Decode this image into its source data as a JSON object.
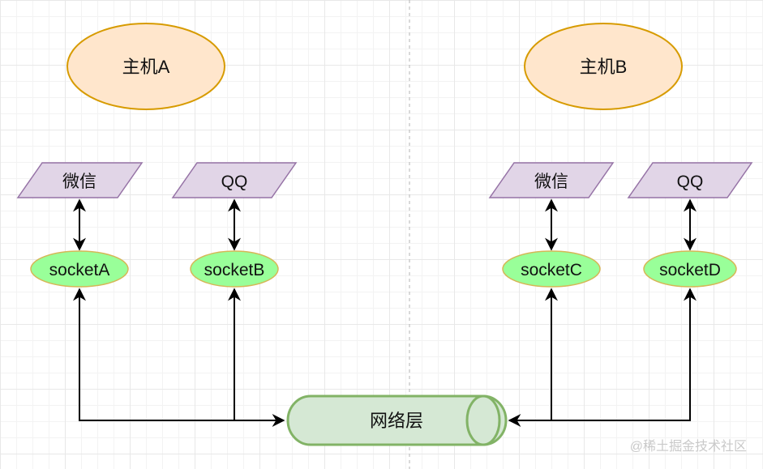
{
  "hosts": [
    {
      "label": "主机A"
    },
    {
      "label": "主机B"
    }
  ],
  "apps": [
    {
      "label": "微信"
    },
    {
      "label": "QQ"
    },
    {
      "label": "微信"
    },
    {
      "label": "QQ"
    }
  ],
  "sockets": [
    {
      "label": "socketA"
    },
    {
      "label": "socketB"
    },
    {
      "label": "socketC"
    },
    {
      "label": "socketD"
    }
  ],
  "network": {
    "label": "网络层"
  },
  "watermark": "@稀土掘金技术社区",
  "colors": {
    "host_fill": "#ffe6cc",
    "host_stroke": "#d79b00",
    "app_fill": "#e1d5e7",
    "app_stroke": "#9673a6",
    "socket_fill": "#99ff99",
    "socket_stroke": "#d6b656",
    "network_fill": "#d5e8d4",
    "network_stroke": "#82b366",
    "edge": "#000000",
    "divider": "#b3b3b3"
  }
}
